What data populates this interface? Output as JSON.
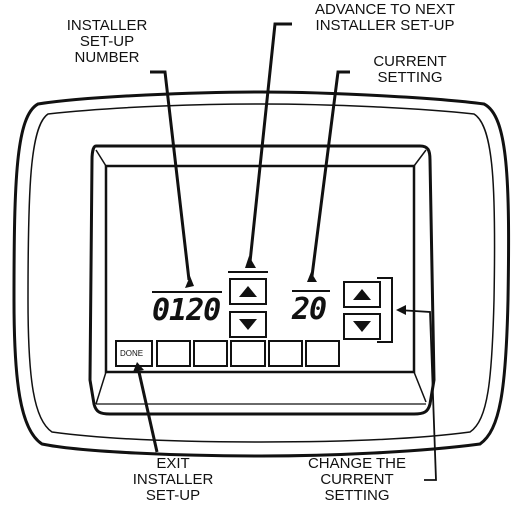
{
  "callouts": {
    "installer_number": "INSTALLER\nSET-UP\nNUMBER",
    "advance_next": "ADVANCE TO NEXT\nINSTALLER SET-UP",
    "current_setting": "CURRENT\nSETTING",
    "exit_setup": "EXIT\nINSTALLER\nSET-UP",
    "change_setting": "CHANGE THE\nCURRENT\nSETTING"
  },
  "display": {
    "setup_number": "0120",
    "current_value": "20"
  },
  "buttons": {
    "done_label": "DONE",
    "blank_count": 5
  },
  "icons": {
    "up_arrow": "triangle-up-icon",
    "down_arrow": "triangle-down-icon"
  }
}
